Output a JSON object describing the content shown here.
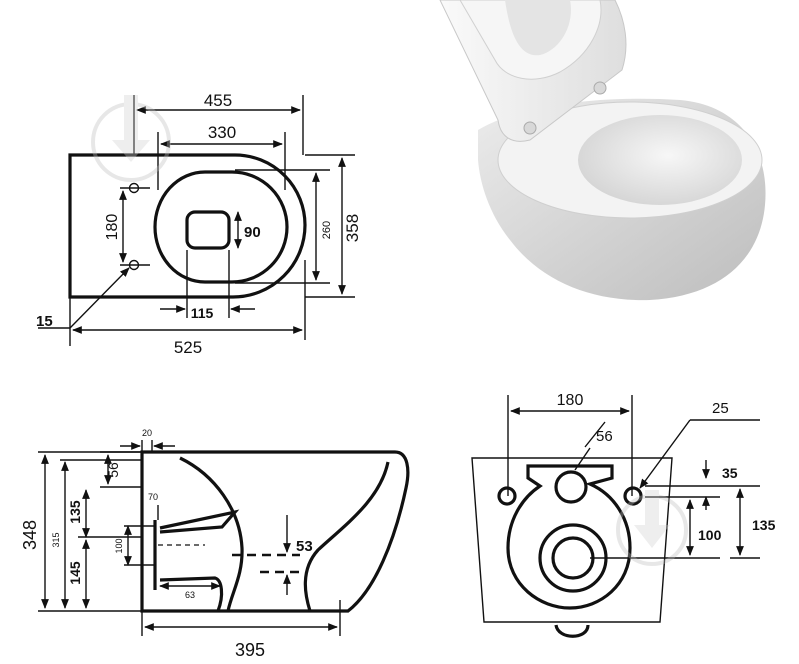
{
  "top_view": {
    "dim_455": "455",
    "dim_330": "330",
    "dim_180": "180",
    "dim_90": "90",
    "dim_260": "260",
    "dim_358": "358",
    "dim_115": "115",
    "dim_15": "15",
    "dim_525": "525"
  },
  "side_view": {
    "dim_20": "20",
    "dim_56": "56",
    "dim_70": "70",
    "dim_135": "135",
    "dim_348": "348",
    "dim_315": "315",
    "dim_100": "100",
    "dim_145": "145",
    "dim_63": "63",
    "dim_53": "53",
    "dim_395": "395"
  },
  "rear_view": {
    "dim_180": "180",
    "dim_25": "25",
    "dim_56": "56",
    "dim_35": "35",
    "dim_100": "100",
    "dim_135": "135"
  },
  "photo": {
    "subject": "wall-hung toilet with lid raised",
    "colors": {
      "ceramic": "#f2f2f2",
      "shadow": "#c9c9c9",
      "line": "#111111"
    }
  },
  "icons": [
    "watermark-icon"
  ]
}
